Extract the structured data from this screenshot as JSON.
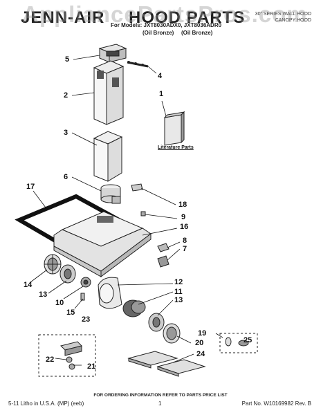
{
  "header": {
    "brand": "JENN-AIR",
    "title": "HOOD PARTS",
    "right_note_1": "30\" SERIES WALL HOOD",
    "right_note_2": "CANOPY HOOD",
    "models": "For Models: JXT8030ADX0, JXT8036ADR0",
    "finish_1": "(Oil Bronze)",
    "finish_2": "(Oil Bronze)"
  },
  "watermark": "AppliancePartsPros.com",
  "callouts": {
    "c5": "5",
    "c4": "4",
    "c2": "2",
    "c1": "1",
    "c3": "3",
    "c6": "6",
    "c17": "17",
    "c18": "18",
    "c9": "9",
    "c16": "16",
    "c8": "8",
    "c7": "7",
    "c14": "14",
    "c12": "12",
    "c11": "11",
    "c13a": "13",
    "c13b": "13",
    "c10": "10",
    "c15": "15",
    "c23": "23",
    "c19": "19",
    "c25": "25",
    "c20": "20",
    "c24": "24",
    "c22": "22",
    "c21": "21"
  },
  "literature_label": "Literature Parts",
  "footer": {
    "order_info": "FOR ORDERING INFORMATION REFER TO PARTS PRICE LIST",
    "litho": "5-11 Litho in U.S.A. (MP) (eeb)",
    "page_number": "1",
    "part_no": "Part No. W10169982 Rev. B"
  }
}
